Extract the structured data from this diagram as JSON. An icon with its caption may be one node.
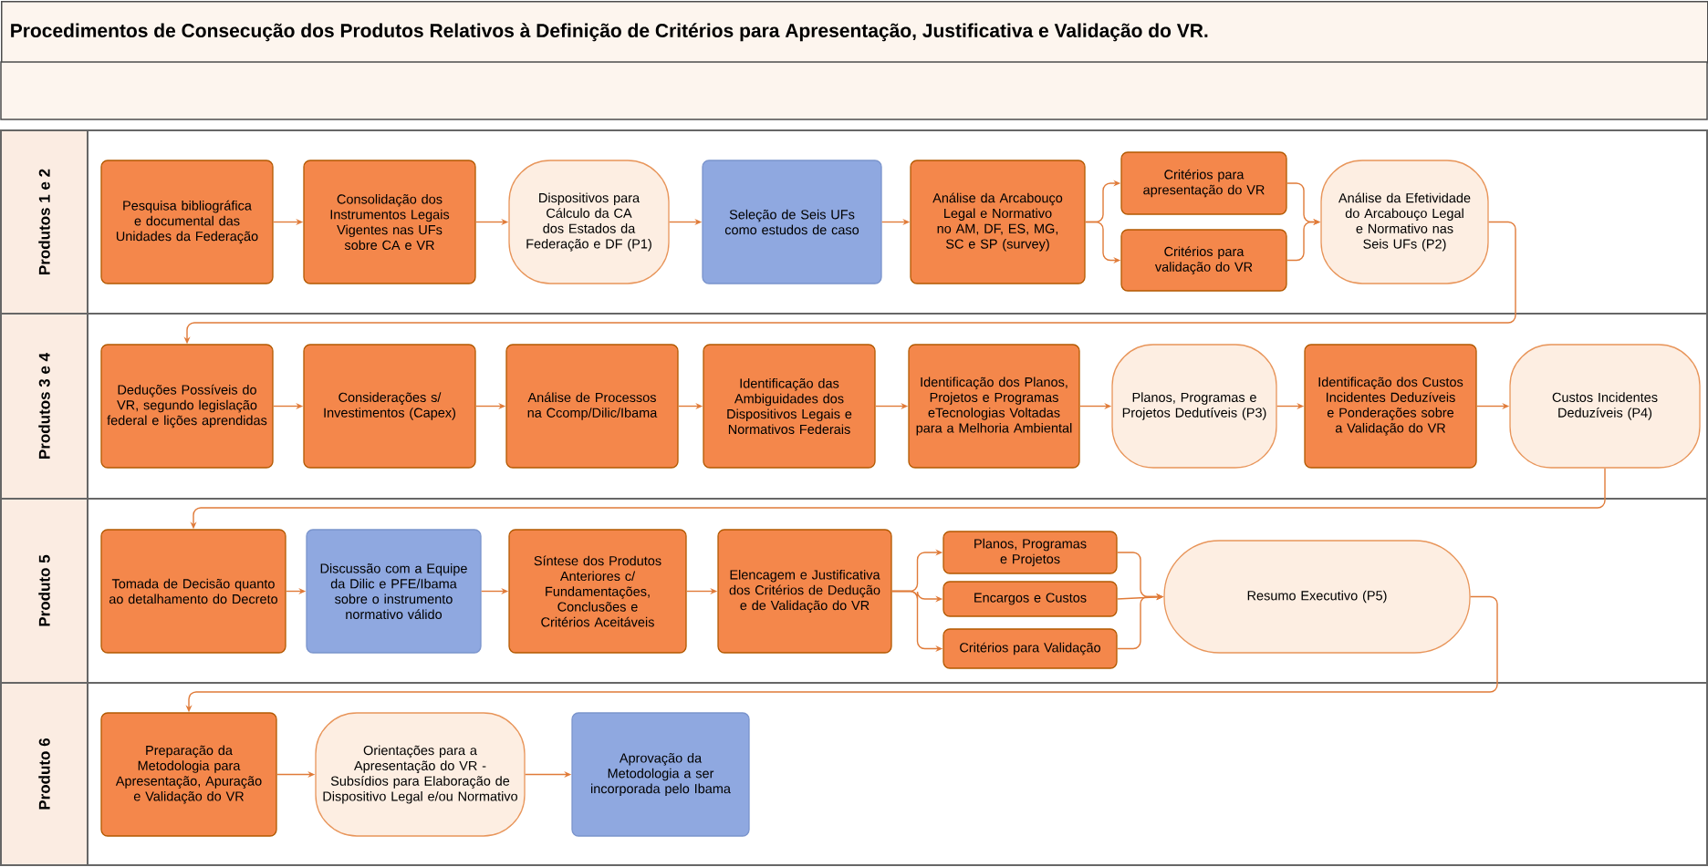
{
  "diagram": {
    "title": "Procedimentos de Consecução dos Produtos Relativos à Definição de Critérios para Apresentação, Justificativa e Validação do VR.",
    "nodes": [
      {
        "text": [
          "Produtos 1 e 2"
        ]
      },
      {
        "text": [
          "Pesquisa bibliográfica e documental das Unidades da Federação"
        ],
        "in": 0
      },
      {
        "text": [
          "Consolidação dos Instrumentos Legais Vigentes nas UFs sobre CA e VR"
        ],
        "in": 0
      },
      {
        "text": [
          "Dispositivos para Cálculo da CA dos Estados da Federação e DF (P1)"
        ],
        "in": 0
      },
      {
        "text": [
          "Seleção de Seis UFs como estudos de caso"
        ],
        "in": 0
      },
      {
        "text": [
          "Análise da Arcabouço Legal e Normativo no AM, DF, ES, MG, SC e SP (survey)"
        ],
        "in": 0
      },
      {
        "text": [
          "Critérios para apresentação do VR"
        ],
        "in": 0
      },
      {
        "text": [
          "Critérios para validação do VR"
        ],
        "in": 0
      },
      {
        "text": [
          "Análise da Efetividade do Arcabouço Legal e Normativo nas Seis UFs (P2)"
        ],
        "in": 0
      },
      {
        "text": [
          "Produtos 3 e 4"
        ]
      },
      {
        "text": [
          "Deduções Possíveis do VR, segundo legislação federal e lições aprendidas"
        ],
        "in": 9
      },
      {
        "text": [
          "Considerações s/ Investimentos (Capex)"
        ],
        "in": 9
      },
      {
        "text": [
          "Análise de Processos na Ccomp/Dilic/Ibama"
        ],
        "in": 9
      },
      {
        "text": [
          "Identificação das Ambiguidades dos Dispositivos Legais e Normativos Federais"
        ],
        "in": 9
      },
      {
        "text": [
          "Identificação dos Planos, Projetos e Programas eTecnologias Voltadas para a Melhoria Ambiental"
        ],
        "in": 9
      },
      {
        "text": [
          "Planos, Programas e Projetos Dedutíveis (P3)"
        ],
        "in": 9
      },
      {
        "text": [
          "Identificação dos Custos Incidentes Deduzíveis e Ponderações sobre a Validação do VR"
        ],
        "in": 9
      },
      {
        "text": [
          "Custos Incidentes Deduzíveis (P4)"
        ],
        "in": 9
      },
      {
        "text": [
          "Produto 5"
        ]
      },
      {
        "text": [
          "Tomada de Decisão quanto ao detalhamento do Decreto"
        ],
        "in": 18
      },
      {
        "text": [
          "Discussão com a Equipe da Dilic e PFE/Ibama sobre o instrumento normativo válido"
        ],
        "in": 18
      },
      {
        "text": [
          "Síntese dos Produtos Anteriores c/ Fundamentações, Conclusões e Critérios Aceitáveis"
        ],
        "in": 18
      },
      {
        "text": [
          "Elencagem e Justificativa dos Critérios de Dedução e de Validação do VR"
        ],
        "in": 18
      },
      {
        "text": [
          "Planos, Programas e Projetos"
        ],
        "in": 18
      },
      {
        "text": [
          "Encargos e Custos"
        ],
        "in": 18
      },
      {
        "text": [
          "Critérios para Validação"
        ],
        "in": 18
      },
      {
        "text": [
          "Resumo Executivo (P5)"
        ],
        "in": 18
      },
      {
        "text": [
          "Produto 6"
        ]
      },
      {
        "text": [
          "Preparação da Metodologia para Apresentação, Apuração e Validação do VR"
        ],
        "in": 27
      },
      {
        "text": [
          "Orientações para a Apresentação do VR - Subsídios para Elaboração de Dispositivo Legal e/ou Normativo"
        ],
        "in": 27
      },
      {
        "text": [
          "Aprovação da Metodologia a ser incorporada pelo Ibama"
        ],
        "in": 27
      }
    ],
    "edges": [
      {
        "from": 1,
        "to": 2,
        "arrow": "to"
      },
      {
        "from": 2,
        "to": 3,
        "arrow": "to"
      },
      {
        "from": 3,
        "to": 4,
        "arrow": "to"
      },
      {
        "from": 4,
        "to": 5,
        "arrow": "to"
      },
      {
        "from": 5,
        "to": 6,
        "arrow": "to"
      },
      {
        "from": 5,
        "to": 7,
        "arrow": "to"
      },
      {
        "from": 6,
        "to": 8,
        "arrow": "to"
      },
      {
        "from": 7,
        "to": 8,
        "arrow": "to"
      },
      {
        "from": 8,
        "to": 10,
        "arrow": "to"
      },
      {
        "from": 10,
        "to": 11,
        "arrow": "to"
      },
      {
        "from": 11,
        "to": 12,
        "arrow": "to"
      },
      {
        "from": 12,
        "to": 13,
        "arrow": "to"
      },
      {
        "from": 13,
        "to": 14,
        "arrow": "to"
      },
      {
        "from": 14,
        "to": 15,
        "arrow": "to"
      },
      {
        "from": 15,
        "to": 16,
        "arrow": "to"
      },
      {
        "from": 16,
        "to": 17,
        "arrow": "to"
      },
      {
        "from": 17,
        "to": 19,
        "arrow": "to"
      },
      {
        "from": 19,
        "to": 20,
        "arrow": "to"
      },
      {
        "from": 20,
        "to": 21,
        "arrow": "to"
      },
      {
        "from": 21,
        "to": 22,
        "arrow": "to"
      },
      {
        "from": 22,
        "to": 23,
        "arrow": "to"
      },
      {
        "from": 22,
        "to": 24,
        "arrow": "to"
      },
      {
        "from": 22,
        "to": 25,
        "arrow": "to"
      },
      {
        "from": 23,
        "to": 26,
        "arrow": "to"
      },
      {
        "from": 24,
        "to": 26,
        "arrow": "to"
      },
      {
        "from": 25,
        "to": 26,
        "arrow": "to"
      },
      {
        "from": 26,
        "to": 28,
        "arrow": "to"
      },
      {
        "from": 28,
        "to": 29,
        "arrow": "to"
      },
      {
        "from": 29,
        "to": 30,
        "arrow": "to"
      }
    ]
  }
}
